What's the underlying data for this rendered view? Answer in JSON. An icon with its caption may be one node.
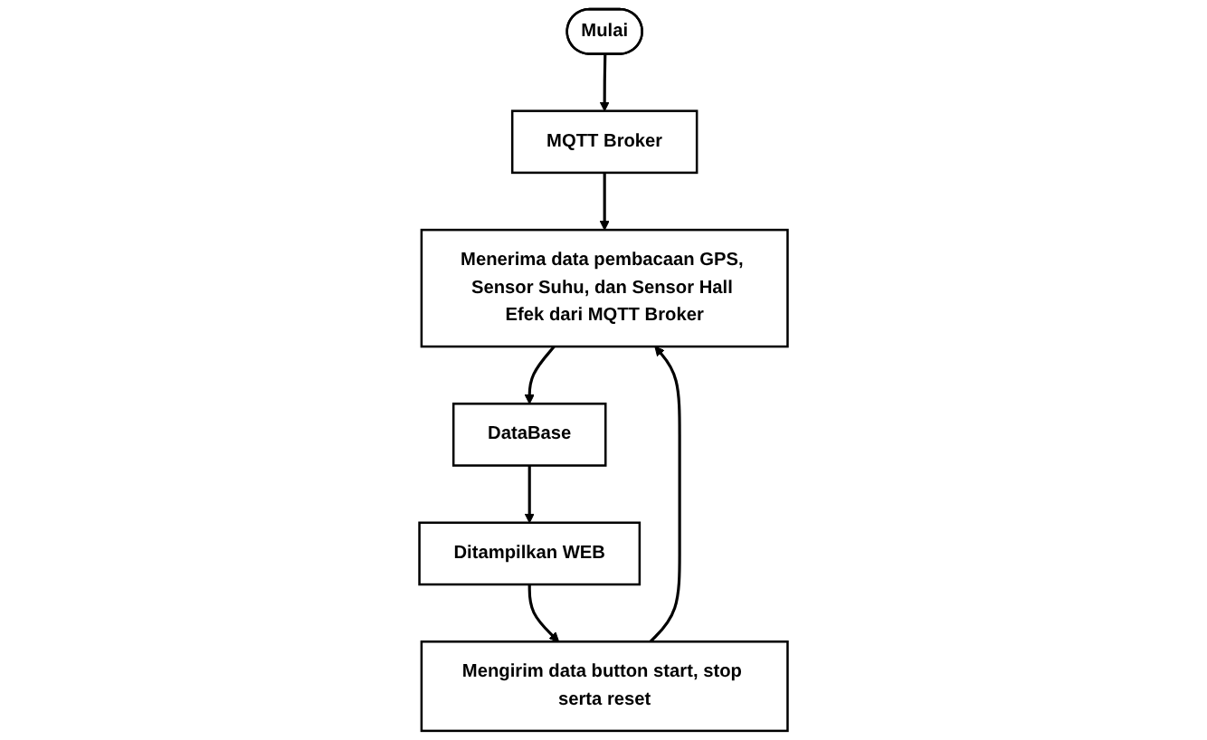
{
  "diagram": {
    "nodes": [
      {
        "text": [
          "Mulai"
        ]
      },
      {
        "text": [
          "MQTT Broker"
        ]
      },
      {
        "text": [
          "Menerima data pembacaan GPS, Sensor Suhu, dan Sensor Hall Efek dari MQTT Broker"
        ]
      },
      {
        "text": [
          "DataBase"
        ]
      },
      {
        "text": [
          "Ditampilkan WEB"
        ]
      },
      {
        "text": [
          "Mengirim data button start, stop serta reset"
        ]
      }
    ],
    "edges": [
      {
        "from": 0,
        "to": 1,
        "arrow": "to"
      },
      {
        "from": 1,
        "to": 2,
        "arrow": "to"
      },
      {
        "from": 2,
        "to": 3,
        "arrow": "to"
      },
      {
        "from": 3,
        "to": 4,
        "arrow": "to"
      },
      {
        "from": 4,
        "to": 5,
        "arrow": "to"
      },
      {
        "from": 5,
        "to": 2,
        "arrow": "to"
      }
    ]
  }
}
